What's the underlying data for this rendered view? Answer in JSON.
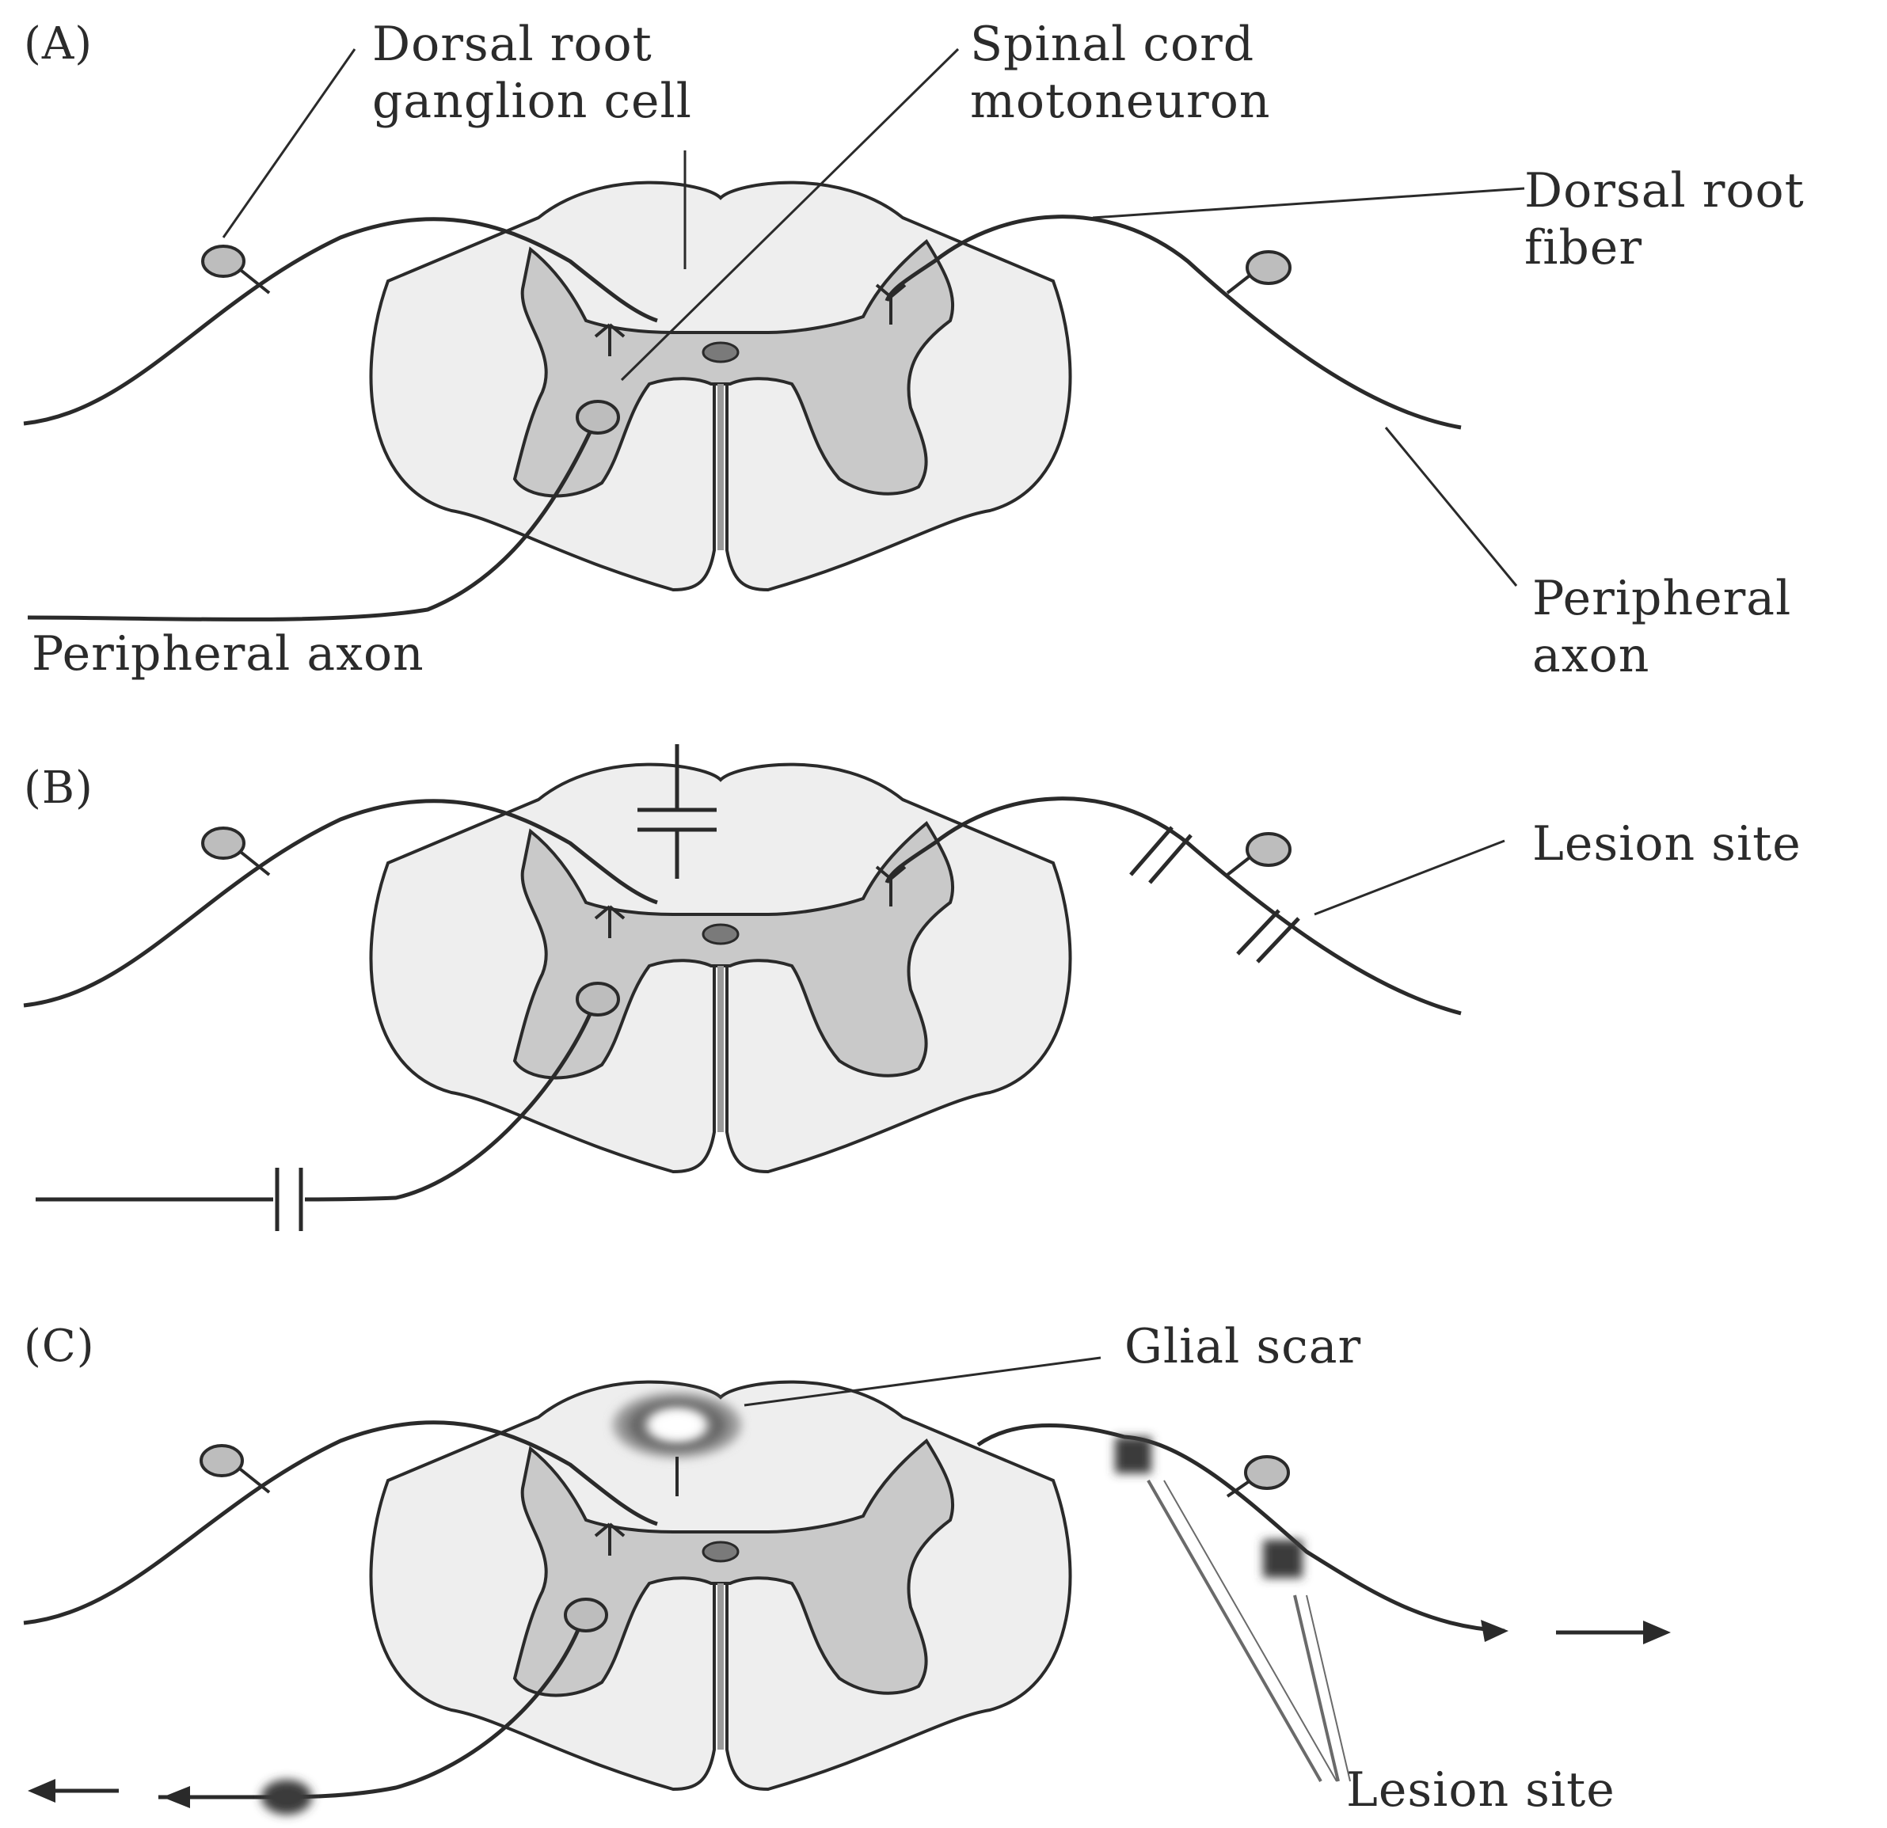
{
  "panels": {
    "a": {
      "letter": "(A)"
    },
    "b": {
      "letter": "(B)"
    },
    "c": {
      "letter": "(C)"
    }
  },
  "labels": {
    "drg_cell": "Dorsal root\nganglion cell",
    "motoneuron": "Spinal cord\nmotoneuron",
    "dorsal_root_fiber": "Dorsal root\nfiber",
    "peripheral_axon_left": "Peripheral axon",
    "peripheral_axon_right": "Peripheral\naxon",
    "lesion_site_b": "Lesion site",
    "glial_scar": "Glial scar",
    "lesion_site_c": "Lesion site"
  },
  "colors": {
    "line": "#2a2a2a",
    "white_matter": "#eeeeee",
    "gray_matter": "#c9c9c9",
    "soma": "#bdbdbd",
    "lesion": "#3a3a3a",
    "scar": "#6e6e6e"
  }
}
